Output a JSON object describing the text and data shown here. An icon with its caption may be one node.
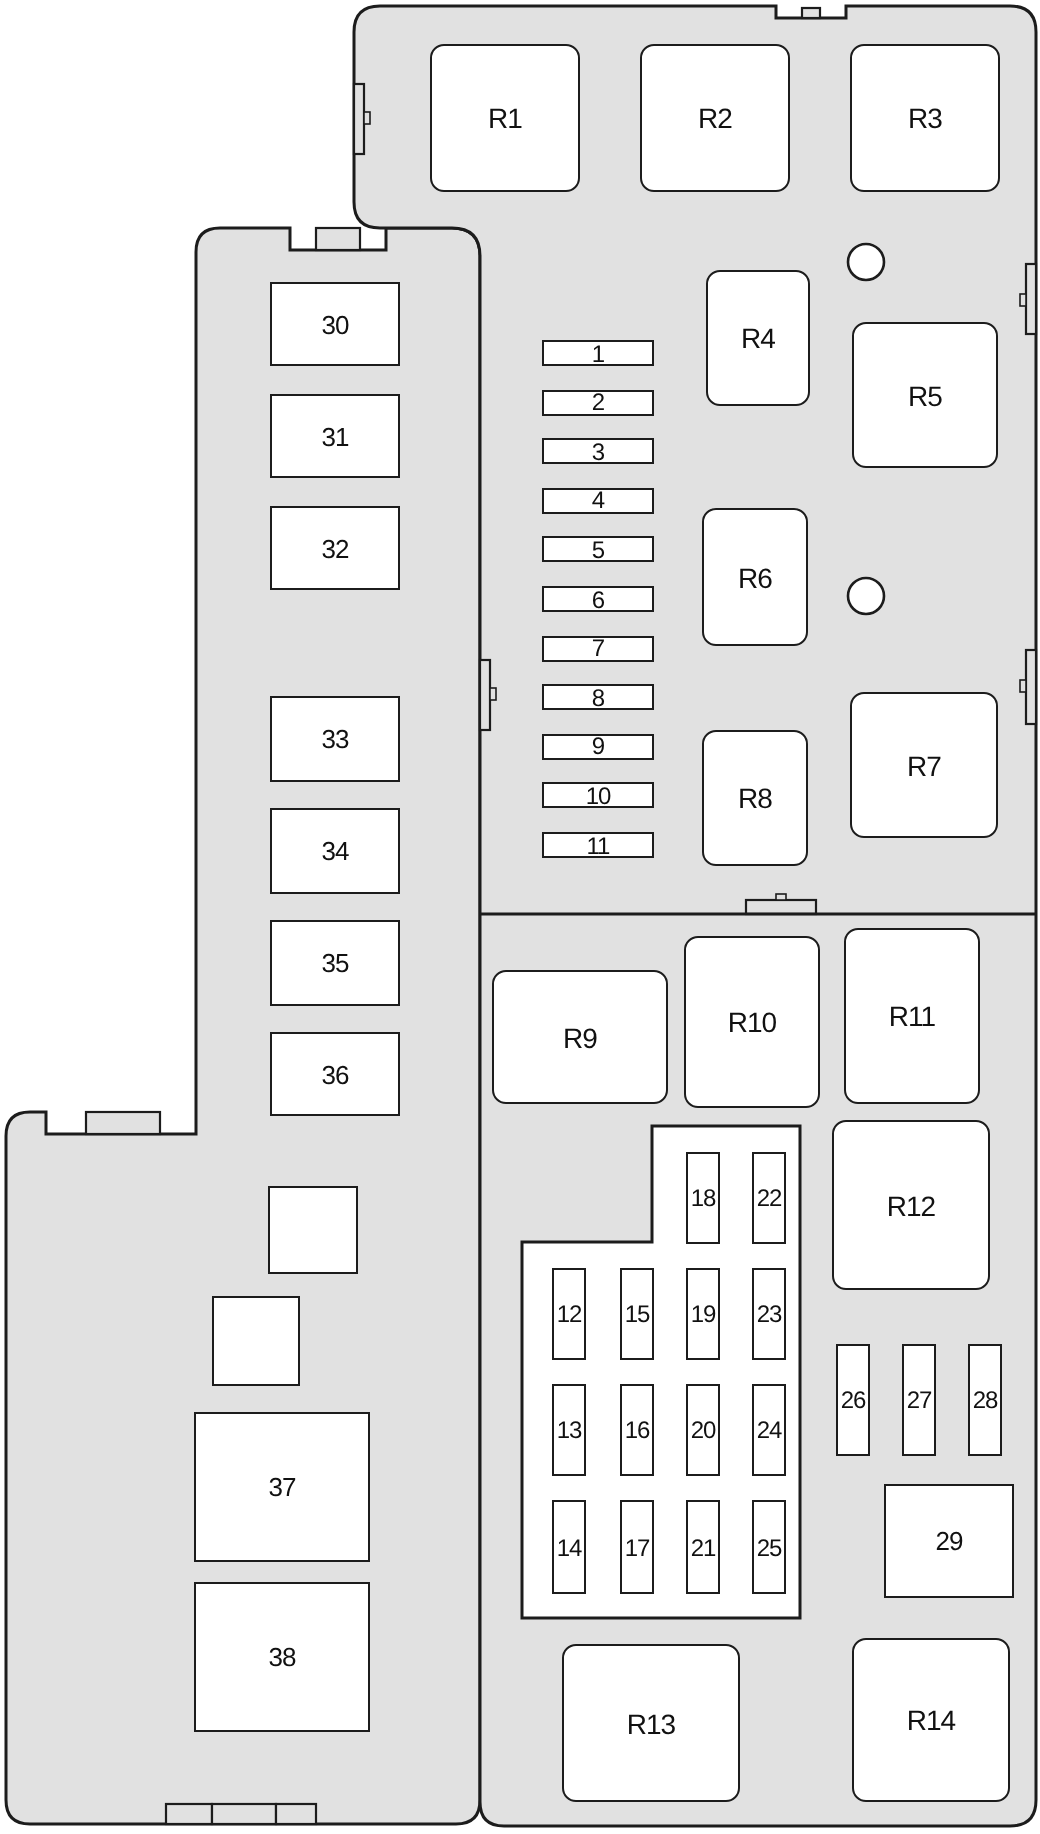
{
  "diagram": {
    "nodes": [
      {
        "text": [
          "R1"
        ]
      },
      {
        "text": [
          "R2"
        ]
      },
      {
        "text": [
          "R3"
        ]
      },
      {
        "text": [
          "R4"
        ]
      },
      {
        "text": [
          "R5"
        ]
      },
      {
        "text": [
          "1"
        ]
      },
      {
        "text": [
          "2"
        ]
      },
      {
        "text": [
          "3"
        ]
      },
      {
        "text": [
          "4"
        ]
      },
      {
        "text": [
          "5"
        ]
      },
      {
        "text": [
          "6"
        ]
      },
      {
        "text": [
          "7"
        ]
      },
      {
        "text": [
          "8"
        ]
      },
      {
        "text": [
          "9"
        ]
      },
      {
        "text": [
          "10"
        ]
      },
      {
        "text": [
          "11"
        ]
      },
      {
        "text": [
          "R6"
        ]
      },
      {
        "text": [
          "R7"
        ]
      },
      {
        "text": [
          "R8"
        ]
      },
      {
        "text": [
          "30"
        ]
      },
      {
        "text": [
          "31"
        ]
      },
      {
        "text": [
          "32"
        ]
      },
      {
        "text": [
          "33"
        ]
      },
      {
        "text": [
          "34"
        ]
      },
      {
        "text": [
          "35"
        ]
      },
      {
        "text": [
          "36"
        ]
      },
      {
        "text": [],
        "shape": "box"
      },
      {
        "text": [],
        "shape": "box"
      },
      {
        "text": [
          "37"
        ]
      },
      {
        "text": [
          "38"
        ]
      },
      {
        "text": [
          "R9"
        ]
      },
      {
        "text": [
          "R10"
        ]
      },
      {
        "text": [
          "R11"
        ]
      },
      {
        "text": [],
        "shape": "box"
      },
      {
        "text": [
          "18"
        ],
        "in": 33
      },
      {
        "text": [
          "22"
        ],
        "in": 33
      },
      {
        "text": [
          "12"
        ],
        "in": 33
      },
      {
        "text": [
          "15"
        ],
        "in": 33
      },
      {
        "text": [
          "19"
        ],
        "in": 33
      },
      {
        "text": [
          "23"
        ],
        "in": 33
      },
      {
        "text": [
          "13"
        ],
        "in": 33
      },
      {
        "text": [
          "16"
        ],
        "in": 33
      },
      {
        "text": [
          "20"
        ],
        "in": 33
      },
      {
        "text": [
          "24"
        ],
        "in": 33
      },
      {
        "text": [
          "14"
        ],
        "in": 33
      },
      {
        "text": [
          "17"
        ],
        "in": 33
      },
      {
        "text": [
          "21"
        ],
        "in": 33
      },
      {
        "text": [
          "25"
        ],
        "in": 33
      },
      {
        "text": [
          "R12"
        ]
      },
      {
        "text": [
          "26"
        ]
      },
      {
        "text": [
          "27"
        ]
      },
      {
        "text": [
          "28"
        ]
      },
      {
        "text": [
          "29"
        ]
      },
      {
        "text": [
          "R13"
        ]
      },
      {
        "text": [
          "R14"
        ]
      }
    ]
  }
}
